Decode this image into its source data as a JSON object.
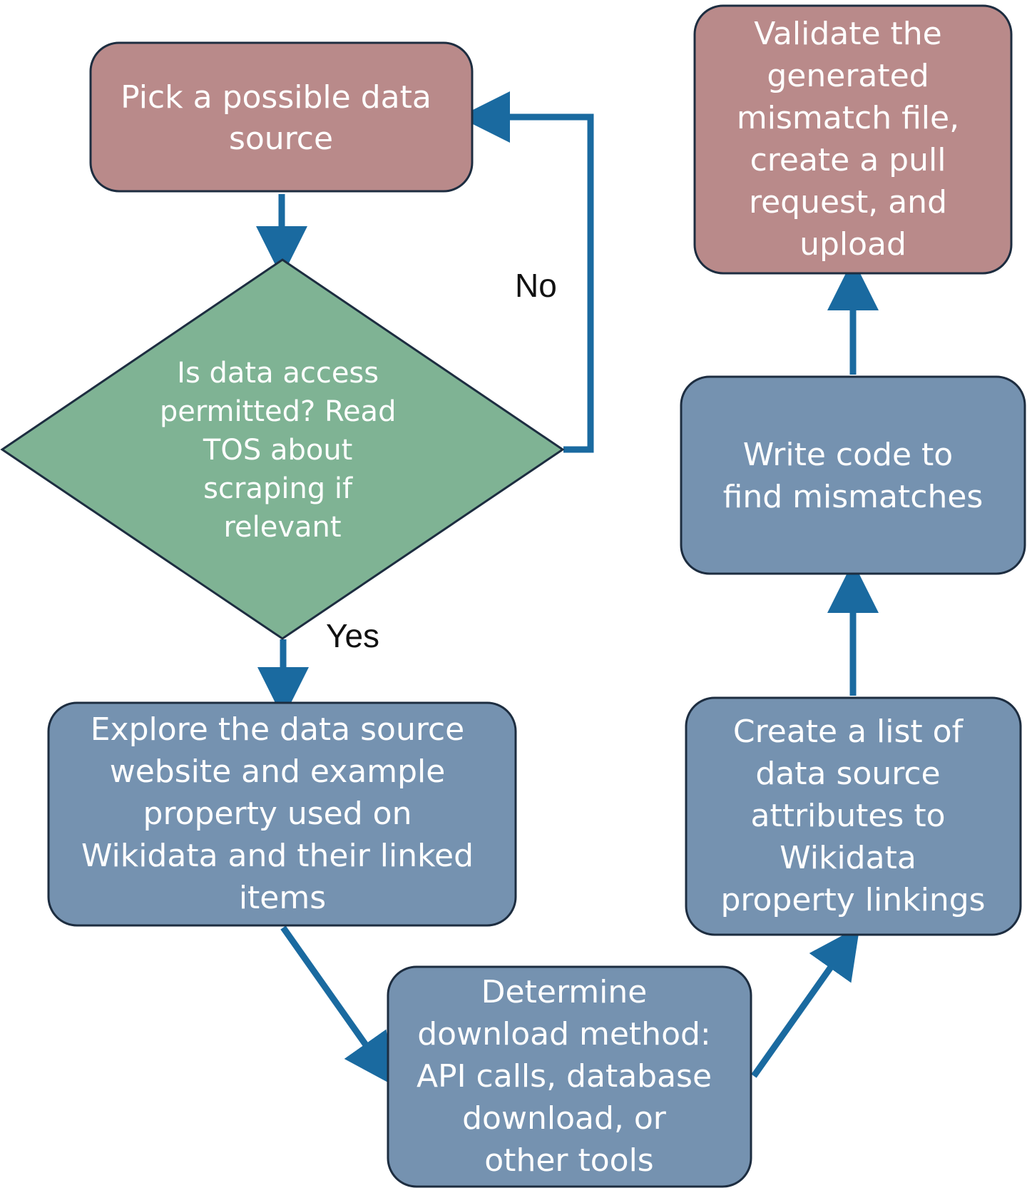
{
  "colors": {
    "red_node": "#b98a8a",
    "green_node": "#7fb394",
    "blue_node": "#7592b0",
    "node_border": "#1d2d40",
    "arrow": "#1a6aa0",
    "node_text": "#ffffff",
    "label_text": "#111111"
  },
  "nodes": {
    "pick_source": [
      "Pick a possible data",
      "source"
    ],
    "access_check": [
      "Is data access",
      "permitted? Read",
      "TOS about",
      "scraping if",
      "relevant"
    ],
    "explore": [
      "Explore the data source",
      "website and example",
      "property used on",
      "Wikidata and their linked",
      "items"
    ],
    "download_method": [
      "Determine",
      "download method:",
      "API calls, database",
      "download, or",
      "other tools"
    ],
    "create_list": [
      "Create a list of",
      "data source",
      "attributes to",
      "Wikidata",
      "property linkings"
    ],
    "write_code": [
      "Write code to",
      "find mismatches"
    ],
    "validate": [
      "Validate the",
      "generated",
      "mismatch file,",
      "create a pull",
      "request, and",
      "upload"
    ]
  },
  "edge_labels": {
    "no": "No",
    "yes": "Yes"
  }
}
